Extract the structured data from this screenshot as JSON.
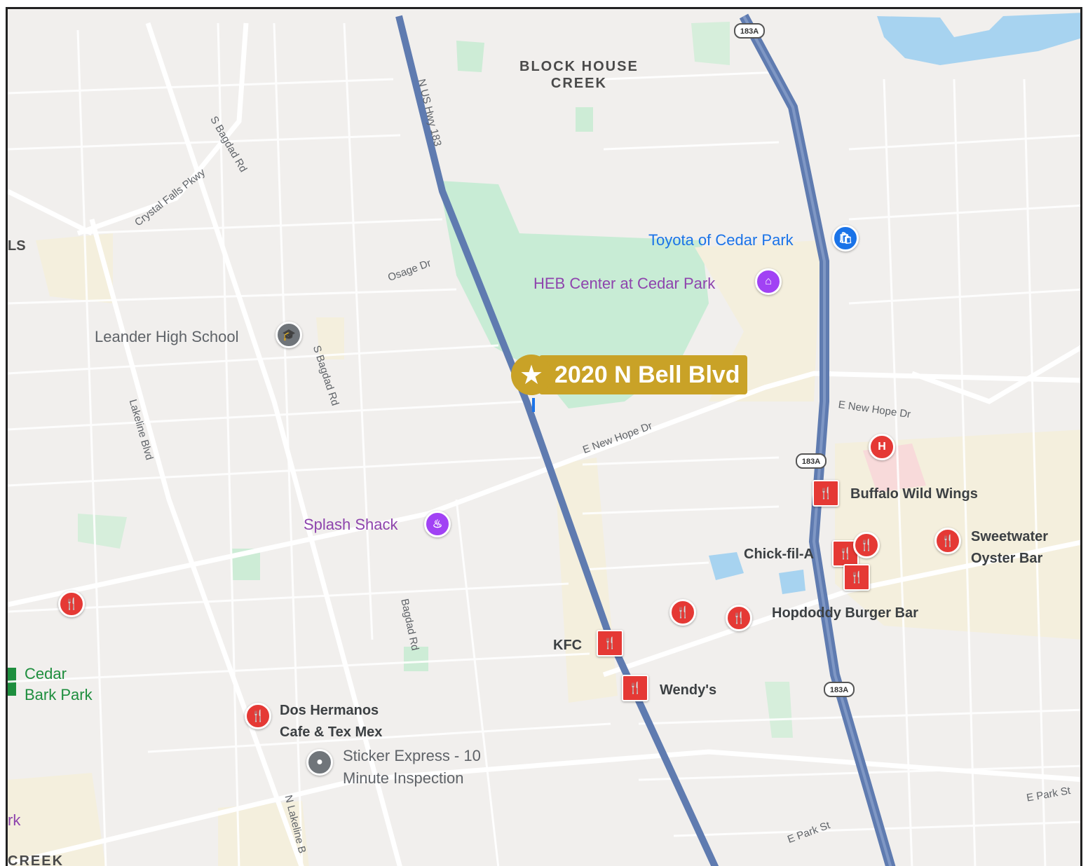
{
  "address_marker": {
    "label": "2020 N Bell Blvd",
    "icon": "star-icon",
    "color": "#c9a227"
  },
  "areas": {
    "block_house_creek": "BLOCK HOUSE\nCREEK",
    "creek_bottom": "CREEK",
    "ls_fragment": "LS",
    "rk_fragment": "rk"
  },
  "pois": {
    "toyota": {
      "label": "Toyota of Cedar Park",
      "icon": "shopping-bag-icon"
    },
    "heb_center": {
      "label": "HEB Center at Cedar Park",
      "icon": "stadium-icon"
    },
    "leander_high": {
      "label": "Leander High School",
      "icon": "school-icon"
    },
    "splash_shack": {
      "label": "Splash Shack",
      "icon": "water-park-icon"
    },
    "cedar_bark_park": {
      "label": "Cedar\nBark Park",
      "icon": "park-icon"
    },
    "dos_hermanos": {
      "label": "Dos Hermanos\nCafe & Tex Mex",
      "icon": "restaurant-icon"
    },
    "sticker_express": {
      "label": "Sticker Express - 10\nMinute Inspection",
      "icon": "service-icon"
    },
    "buffalo_wild_wings": {
      "label": "Buffalo Wild Wings",
      "icon": "restaurant-icon"
    },
    "sweetwater": {
      "label": "Sweetwater\nOyster Bar",
      "icon": "restaurant-icon"
    },
    "chick_fil_a": {
      "label": "Chick-fil-A",
      "icon": "restaurant-icon"
    },
    "hopdoddy": {
      "label": "Hopdoddy Burger Bar",
      "icon": "restaurant-icon"
    },
    "kfc": {
      "label": "KFC",
      "icon": "restaurant-icon"
    },
    "wendys": {
      "label": "Wendy's",
      "icon": "restaurant-icon"
    },
    "hospital": {
      "label": "",
      "icon": "hospital-icon"
    }
  },
  "roads": {
    "us_hwy_183": "N US Hwy 183",
    "s_bagdad_1": "S Bagdad Rd",
    "s_bagdad_2": "S Bagdad Rd",
    "bagdad": "Bagdad Rd",
    "crystal_falls": "Crystal Falls Pkwy",
    "osage": "Osage Dr",
    "lakeline": "Lakeline Blvd",
    "e_new_hope_1": "E New Hope Dr",
    "e_new_hope_2": "E New Hope Dr",
    "e_park_1": "E Park St",
    "e_park_2": "E Park St",
    "n_lakeline": "N Lakeline B"
  },
  "shields": {
    "top": "183A",
    "mid": "183A",
    "bottom": "183A"
  },
  "colors": {
    "restaurant": "#e53935",
    "entertainment": "#a142f4",
    "shopping": "#1a73e8",
    "park": "#1e8e3e",
    "highway": "#5f7bb0"
  }
}
